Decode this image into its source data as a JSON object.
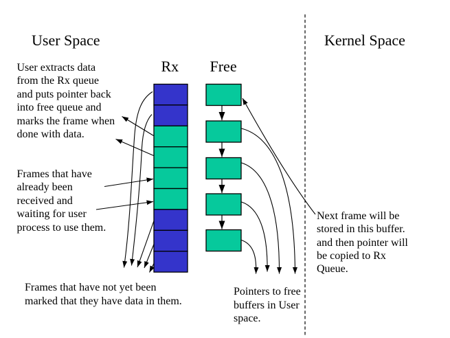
{
  "titles": {
    "user_space": "User Space",
    "kernel_space": "Kernel Space"
  },
  "rx_queue": {
    "label": "Rx",
    "cells": [
      "empty",
      "empty",
      "filled",
      "filled",
      "filled",
      "filled",
      "empty",
      "empty",
      "empty"
    ]
  },
  "free_queue": {
    "label": "Free",
    "box_count": 5
  },
  "annotations": {
    "extract": "User extracts data\nfrom the Rx queue\nand puts pointer back\ninto free queue and\nmarks the frame when\ndone with data.",
    "received": "Frames that have\nalready been\nreceived and\nwaiting for user\nprocess to use them.",
    "not_marked": "Frames that have not yet been\nmarked that they have data in them.",
    "pointers": "Pointers to free\nbuffers in User\nspace.",
    "next_frame": "Next frame will be\nstored in this buffer.\nand then pointer will\nbe copied to Rx\nQueue."
  },
  "colors": {
    "frame_empty": "#3434CB",
    "frame_filled": "#06C99C",
    "line": "#000000",
    "background": "#FFFFFF"
  }
}
